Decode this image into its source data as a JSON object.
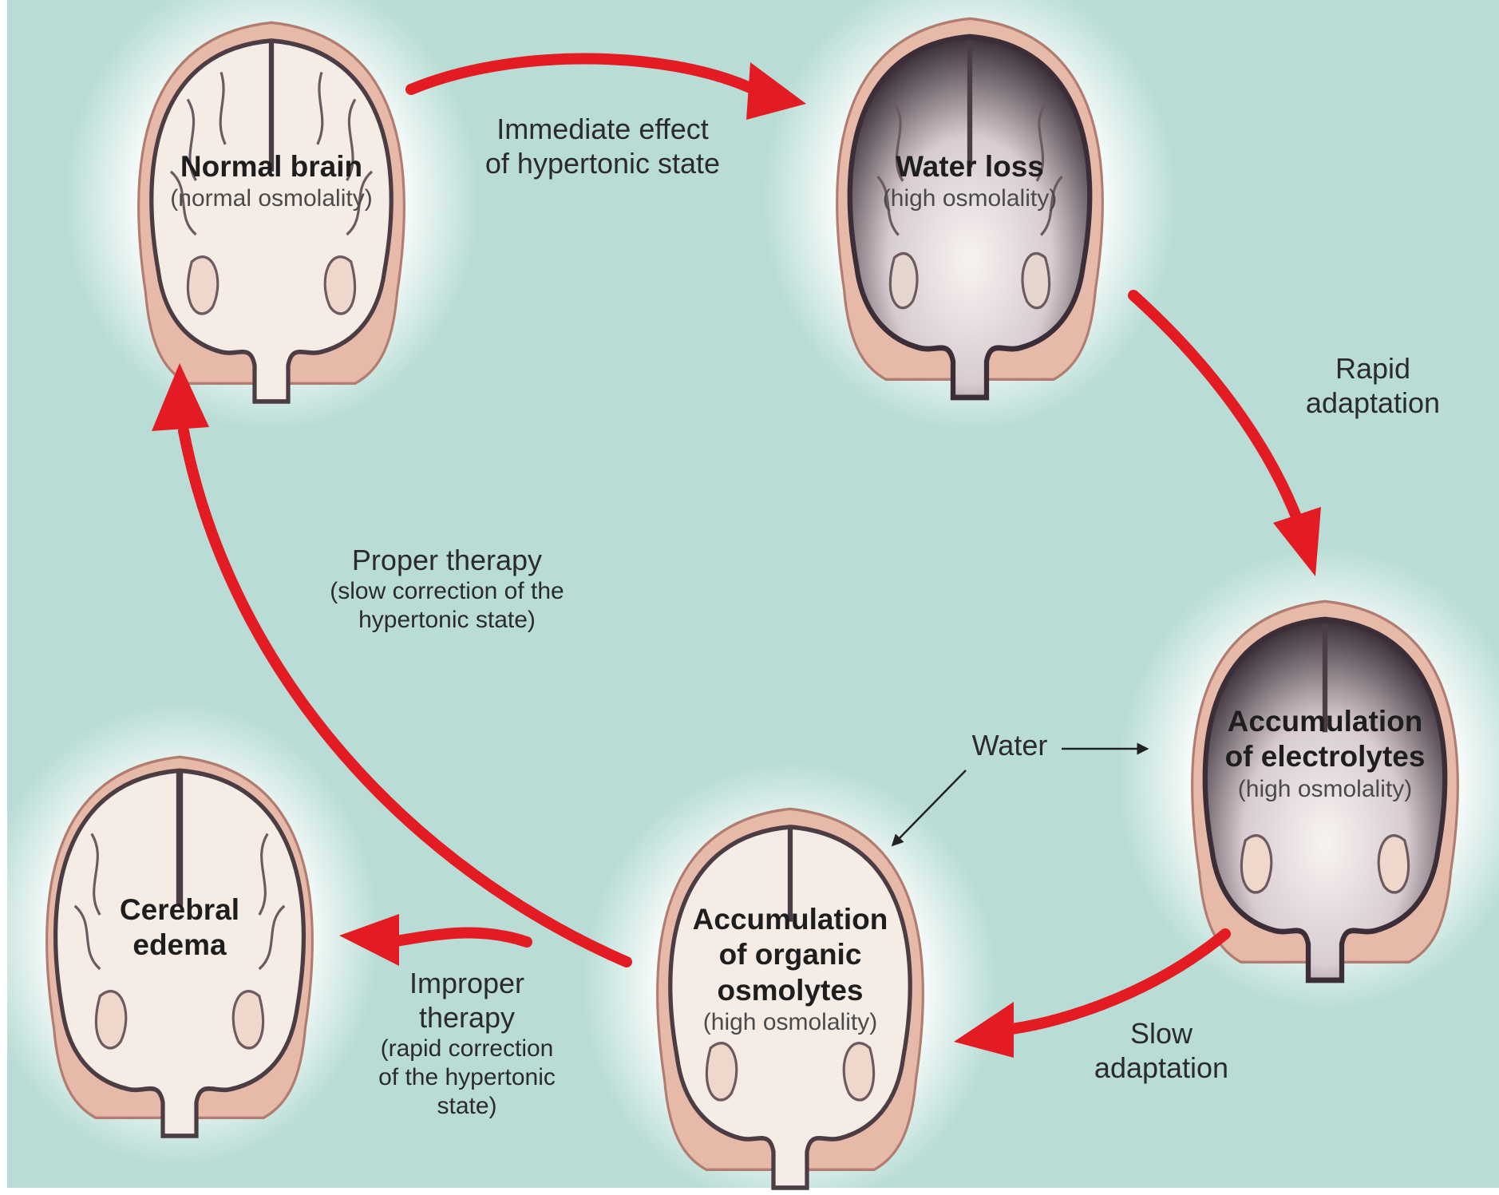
{
  "colors": {
    "background": "#b9ddd6",
    "arrow": "#e31b23",
    "brain_fill": "#f4e8e1",
    "brain_outline": "#5e4c52",
    "skull": "#e3b4a3"
  },
  "brains": {
    "normal": {
      "title": "Normal brain",
      "subtitle": "(normal osmolality)"
    },
    "water_loss": {
      "title": "Water loss",
      "subtitle": "(high osmolality)"
    },
    "electrolytes": {
      "title_line1": "Accumulation",
      "title_line2": "of electrolytes",
      "subtitle": "(high osmolality)"
    },
    "organic": {
      "title_line1": "Accumulation",
      "title_line2": "of organic",
      "title_line3": "osmolytes",
      "subtitle": "(high osmolality)"
    },
    "edema": {
      "title_line1": "Cerebral",
      "title_line2": "edema"
    }
  },
  "steps": {
    "immediate": {
      "line1": "Immediate effect",
      "line2": "of hypertonic state"
    },
    "rapid": {
      "line1": "Rapid",
      "line2": "adaptation"
    },
    "slow": {
      "line1": "Slow",
      "line2": "adaptation"
    },
    "proper": {
      "line1": "Proper therapy",
      "line2": "(slow correction of the",
      "line3": "hypertonic state)"
    },
    "improper": {
      "line1": "Improper",
      "line2": "therapy",
      "line3": "(rapid correction",
      "line4": "of the hypertonic",
      "line5": "state)"
    },
    "water": "Water"
  }
}
